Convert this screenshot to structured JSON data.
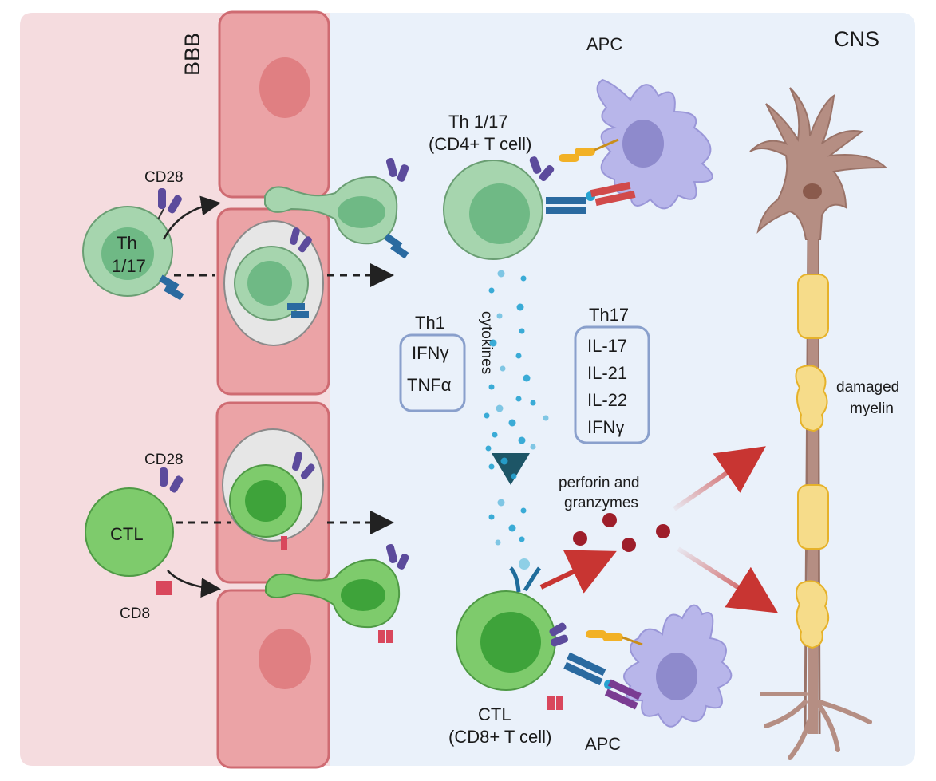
{
  "regions": {
    "left": "BBB",
    "right": "CNS"
  },
  "left_cells": {
    "th_cell_label": [
      "Th",
      "1/17"
    ],
    "ctl_cell_label": "CTL",
    "cd28_top": "CD28",
    "cd28_bottom": "CD28",
    "cd8": "CD8"
  },
  "cns": {
    "apc_top": "APC",
    "apc_bottom": "APC",
    "th_title": "Th 1/17",
    "th_subtitle": "(CD4+ T cell)",
    "ctl_title": "CTL",
    "ctl_subtitle": "(CD8+ T cell)",
    "cytokines": "cytokines",
    "perforin_line1": "perforin  and",
    "perforin_line2": "granzymes",
    "damaged_line1": "damaged",
    "damaged_line2": "myelin"
  },
  "th1_box": {
    "title": "Th1",
    "items": [
      "IFNγ",
      "TNFα"
    ]
  },
  "th17_box": {
    "title": "Th17",
    "items": [
      "IL-17",
      "IL-21",
      "IL-22",
      "IFNγ"
    ]
  },
  "colors": {
    "bbb_bg": "#f5dcdf",
    "cns_bg": "#eaf1fa",
    "endothelial": "#eba3a6",
    "endothelial_edge": "#cf6b72",
    "th_cell": "#a6d5ae",
    "th_nucleus": "#6fb985",
    "ctl_cell": "#7ecb6c",
    "ctl_nucleus": "#3ea33a",
    "apc": "#b8b6ea",
    "neuron": "#b58e83",
    "myelin": "#f6dc8a",
    "cytokine_dot": "#27a3d1",
    "perforin_dot": "#9e1e2a",
    "red_arrow": "#c83532",
    "box_edge": "#8aa0cc"
  }
}
